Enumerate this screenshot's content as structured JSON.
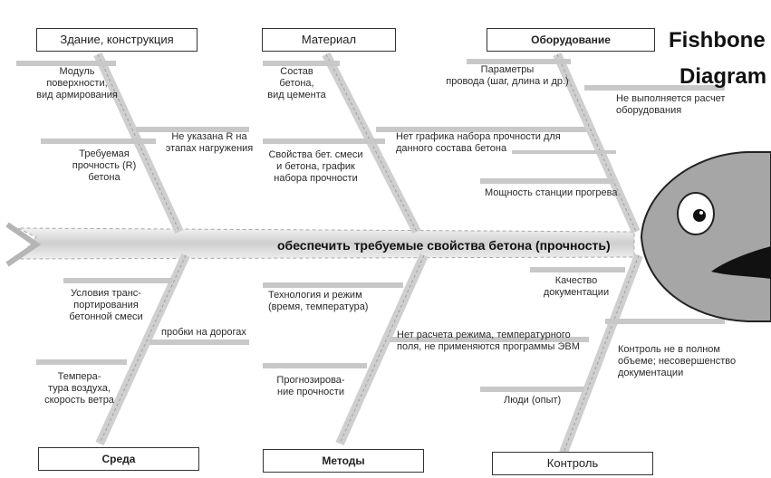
{
  "title": {
    "line1": "Fishbone",
    "line2": "Diagram"
  },
  "effect": "обеспечить требуемые свойства бетона (прочность)",
  "categories": {
    "building": "Здание, конструкция",
    "material": "Материал",
    "equipment": "Оборудование",
    "environment": "Среда",
    "methods": "Методы",
    "control": "Контроль"
  },
  "causes": {
    "building": [
      "Модуль\nповерхности,\nвид армирования",
      "Не указана R на\nэтапах нагружения",
      "Требуемая\nпрочность (R)\nбетона"
    ],
    "material": [
      "Состав\nбетона,\nвид цемента",
      "Нет графика набора прочности для\nданного состава бетона",
      "Свойства бет. смеси\nи бетона, график\nнабора прочности"
    ],
    "equipment": [
      "Параметры\nпровода (шаг, длина и др.)",
      "Не выполняется расчет\nоборудования",
      "Мощность станции прогрева"
    ],
    "environment": [
      "Условия транс-\nпортирования\nбетонной смеси",
      "пробки на дорогах",
      "Темпера-\nтура воздуха,\nскорость ветра"
    ],
    "methods": [
      "Технология и режим\n(время, температура)",
      "Нет расчета режима, температурного\nполя, не применяются программы ЭВМ",
      "Прогнозирова-\nние прочности"
    ],
    "control": [
      "Качество\nдокументации",
      "Контроль не в полном\nобъеме; несовершенство\nдокументации",
      "Люди (опыт)"
    ]
  },
  "colors": {
    "bone": "#d9d9d9",
    "bone_edge": "#9a9a9a",
    "head": "#a6a6a6",
    "head_edge": "#222222"
  }
}
